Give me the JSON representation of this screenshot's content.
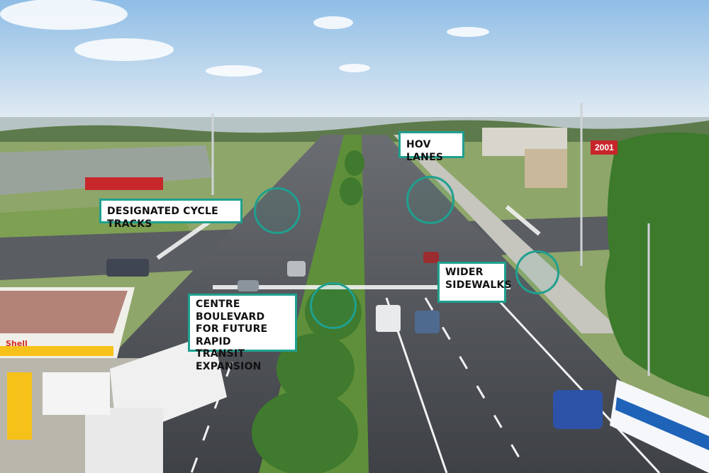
{
  "image": {
    "type": "aerial rendering of widened boulevard with annotation callouts"
  },
  "callouts": {
    "hov_lanes": "HOV LANES",
    "cycle_tracks": "DESIGNATED CYCLE TRACKS",
    "wider_sidewalks": "WIDER\nSIDEWALKS",
    "centre_boulevard": "CENTRE BOULEVARD\nFOR FUTURE RAPID\nTRANSIT EXPANSION"
  },
  "signs": {
    "store_2001": "2001",
    "shell": "Shell"
  },
  "colors": {
    "accent": "#1fa08f",
    "sky_top": "#8fbde6",
    "sky_bottom": "#dfeaf2",
    "asphalt": "#4a4d52",
    "grass": "#6f9a45",
    "trees": "#3f7a2e",
    "shell_red": "#d52b1e",
    "shell_yellow": "#f6c21a"
  }
}
